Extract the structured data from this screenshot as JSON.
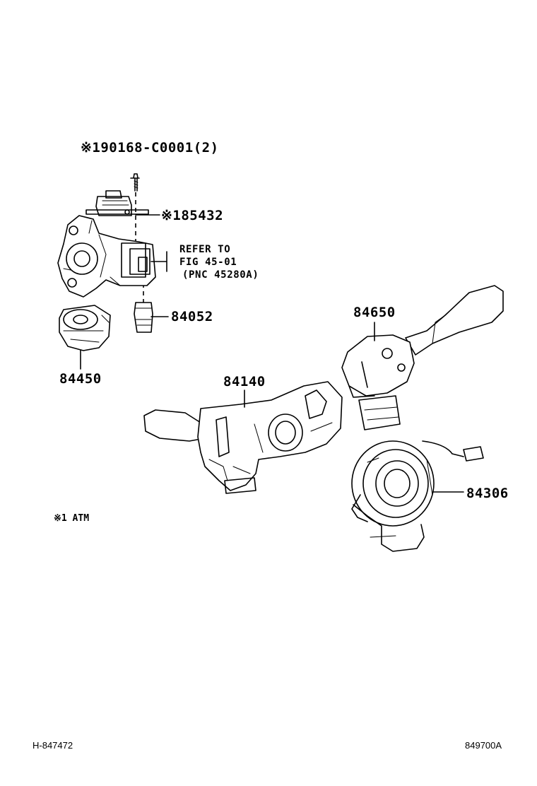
{
  "callouts": {
    "screw": "※190168-C0001(2)",
    "transponder": "※185432",
    "refer_line1": "REFER TO",
    "refer_line2": "FIG 45-01",
    "refer_line3": "(PNC 45280A)",
    "unlock_switch": "84052",
    "ignition_switch": "84450",
    "wiper_switch": "84650",
    "turn_signal_switch": "84140",
    "spiral_cable": "84306"
  },
  "note": "※1 ATM",
  "footer": {
    "left": "H-847472",
    "right": "849700A"
  }
}
